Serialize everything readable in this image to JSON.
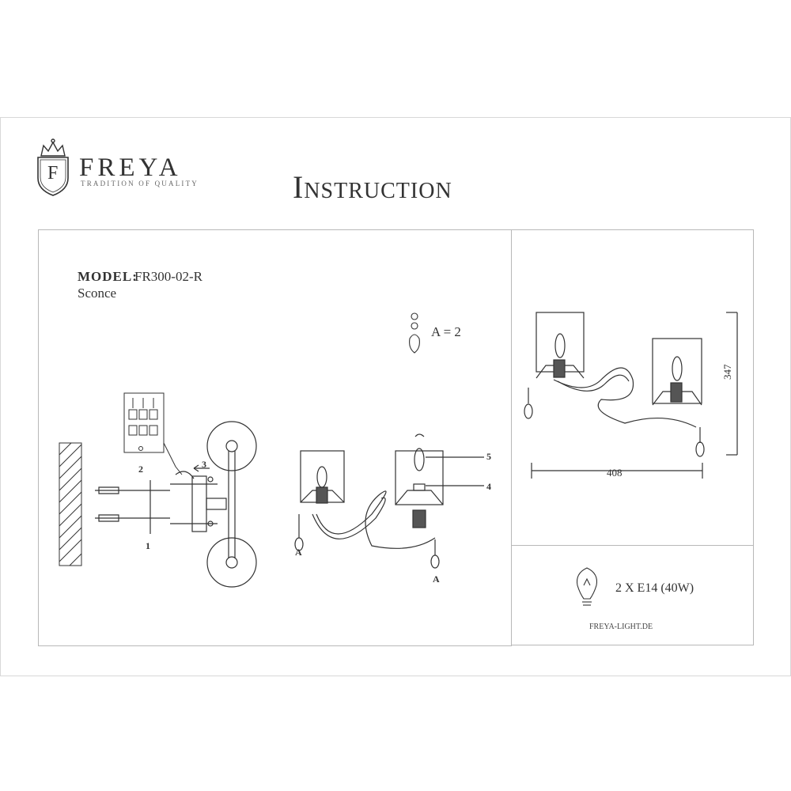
{
  "brand": {
    "name": "FREYA",
    "tagline": "TRADITION OF QUALITY",
    "logo_letter": "F"
  },
  "title": "Instruction",
  "model": {
    "label": "MODEL:",
    "value": "FR300-02-R",
    "type": "Sconce"
  },
  "accessory": {
    "label": "A = 2"
  },
  "callouts": {
    "c1": "1",
    "c2": "2",
    "c3": "3",
    "c4": "4",
    "c5": "5",
    "a1": "A",
    "a2": "A"
  },
  "dimensions": {
    "width": "408",
    "height": "347"
  },
  "bulb": {
    "spec": "2 X E14 (40W)"
  },
  "website": "FREYA-LIGHT.DE",
  "icons": [
    "crown-icon",
    "shield-logo-icon",
    "bulb-icon",
    "pendant-icon"
  ]
}
